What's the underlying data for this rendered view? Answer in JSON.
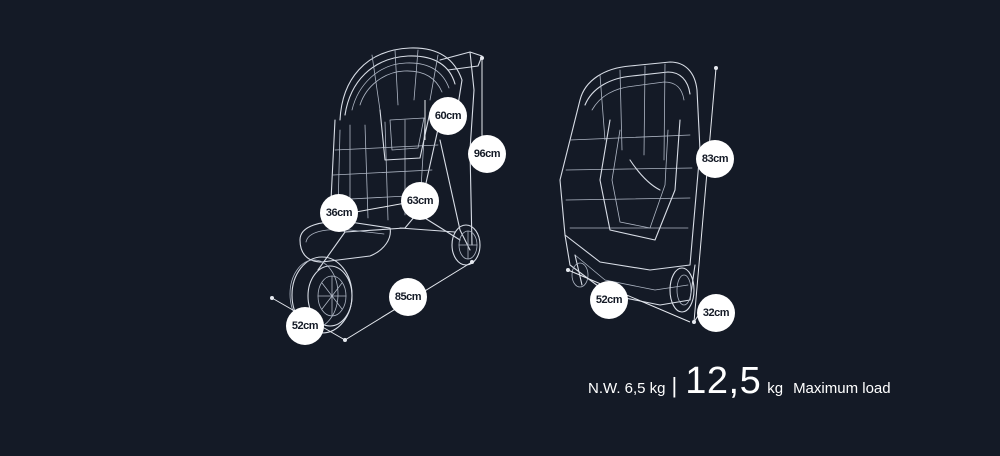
{
  "left_stroller": {
    "dimensions": {
      "canopy_width": "60cm",
      "total_height": "96cm",
      "seat_width": "36cm",
      "seat_height": "63cm",
      "length": "85cm",
      "width": "52cm"
    }
  },
  "right_stroller_folded": {
    "dimensions": {
      "height": "83cm",
      "width": "52cm",
      "depth": "32cm"
    }
  },
  "specs": {
    "net_weight": "N.W. 6,5 kg",
    "separator": "|",
    "max_load_value": "12,5",
    "max_load_unit": "kg",
    "max_load_label": "Maximum load"
  },
  "colors": {
    "background": "#141a26",
    "line": "#d8dde6",
    "badge": "#ffffff"
  }
}
